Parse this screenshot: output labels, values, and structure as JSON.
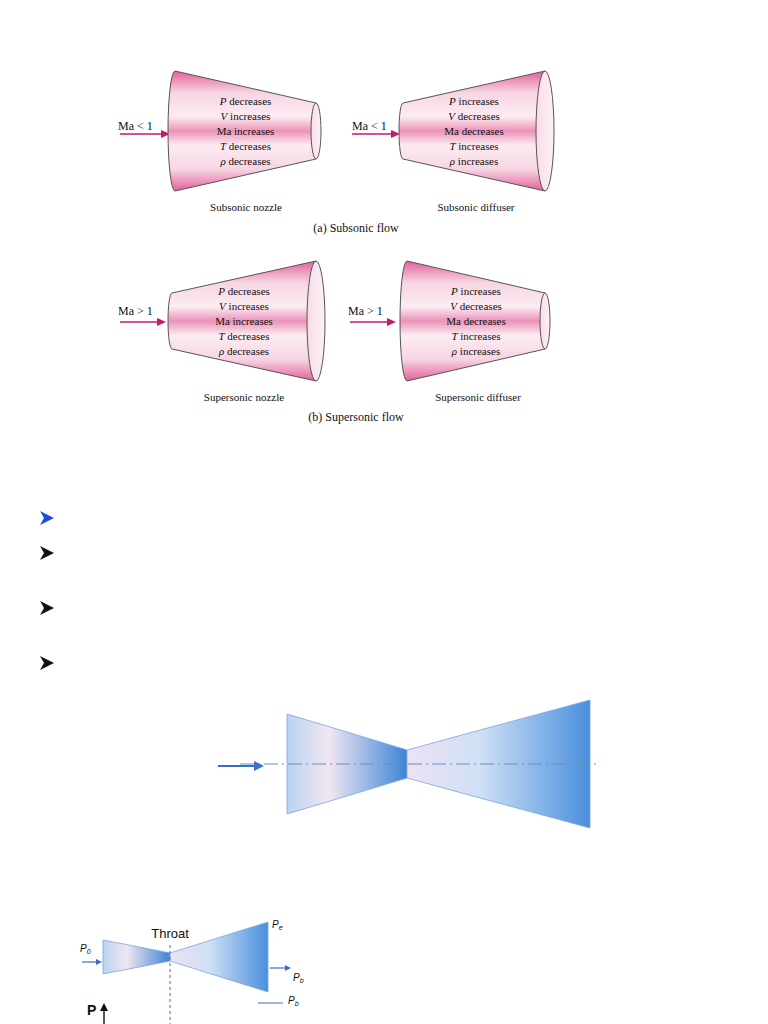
{
  "diagram": {
    "nodes": [
      {
        "text": [
          "P decreases",
          "V increases",
          "Ma increases",
          "T decreases",
          "ρ decreases",
          "Subsonic nozzle"
        ]
      },
      {
        "text": [
          "P increases",
          "V decreases",
          "Ma decreases",
          "T increases",
          "ρ increases",
          "Subsonic diffuser"
        ]
      },
      {
        "text": [
          "P decreases",
          "V increases",
          "Ma increases",
          "T decreases",
          "ρ decreases",
          "Supersonic nozzle"
        ]
      },
      {
        "text": [
          "P increases",
          "V decreases",
          "Ma decreases",
          "T increases",
          "ρ increases",
          "Supersonic diffuser"
        ]
      }
    ],
    "labels": [
      "Ma < 1",
      "Ma < 1",
      "(a) Subsonic flow",
      "Ma > 1",
      "Ma > 1",
      "(b) Supersonic flow",
      "Throat",
      "P0",
      "Pe",
      "Pb",
      "Pb",
      "P"
    ]
  }
}
